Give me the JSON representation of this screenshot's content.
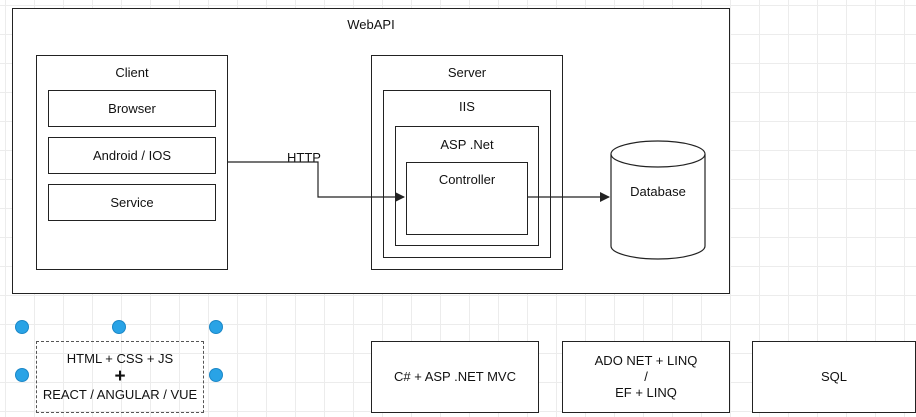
{
  "diagram": {
    "webapi_title": "WebAPI",
    "client": {
      "title": "Client",
      "items": [
        "Browser",
        "Android / IOS",
        "Service"
      ]
    },
    "http_label": "HTTP",
    "server": {
      "title": "Server",
      "iis": "IIS",
      "aspnet": "ASP .Net",
      "controller": "Controller"
    },
    "database": "Database"
  },
  "tech_stack": {
    "frontend": {
      "line1": "HTML + CSS + JS",
      "plus": "+",
      "line2": "REACT / ANGULAR / VUE"
    },
    "backend": "C# + ASP .NET MVC",
    "data_access": {
      "line1": "ADO NET + LINQ",
      "slash": "/",
      "line2": "EF + LINQ"
    },
    "db": "SQL"
  },
  "colors": {
    "selection_handle": "#29a3e6",
    "grid": "#ececec"
  }
}
